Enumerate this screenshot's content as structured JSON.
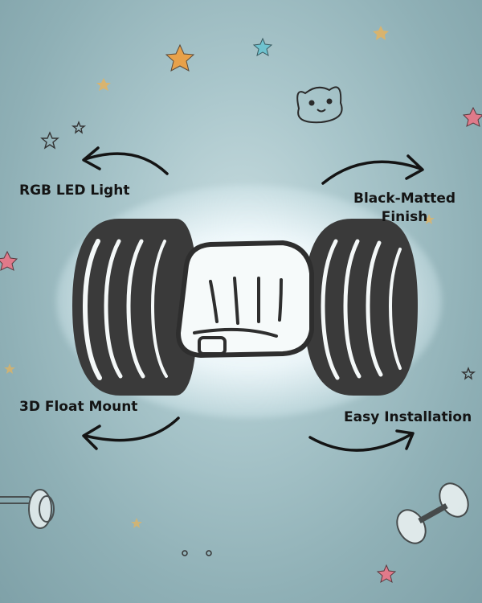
{
  "features": {
    "rgb": "RGB LED Light",
    "black_line1": "Black-Matted",
    "black_line2": "Finish",
    "float": "3D Float Mount",
    "easy": "Easy Installation"
  },
  "colors": {
    "wall": "#8fb0b6",
    "metal": "#3a3a3a",
    "glow": "#ffffff",
    "text": "#141414",
    "star_orange": "#e8a14a",
    "star_pink": "#e07a8a"
  },
  "icons": [
    "star-icon",
    "cat-face-icon",
    "dumbbell-icon",
    "curved-arrow-icon"
  ]
}
